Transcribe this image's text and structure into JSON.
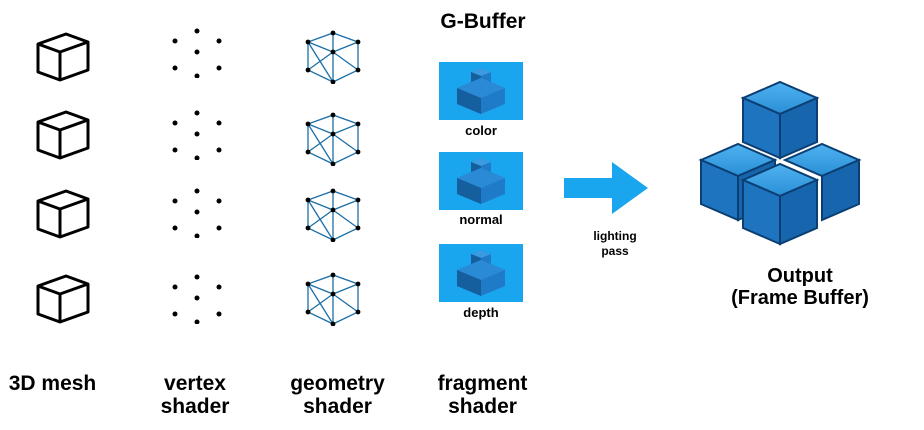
{
  "gbuffer": {
    "title": "G-Buffer",
    "buffers": [
      {
        "label": "color"
      },
      {
        "label": "normal"
      },
      {
        "label": "depth"
      }
    ]
  },
  "stages": {
    "mesh_label": "3D mesh",
    "vertex_label": "vertex\nshader",
    "geometry_label": "geometry\nshader",
    "fragment_label": "fragment\nshader"
  },
  "arrow": {
    "label": "lighting\npass"
  },
  "output": {
    "label": "Output\n(Frame Buffer)"
  },
  "colors": {
    "accent": "#1aa6ee",
    "cube_blue": "#1f7ac7",
    "cube_dark": "#0f4d8a",
    "wire_blue": "#1b6fa8",
    "dot": "#000000"
  }
}
